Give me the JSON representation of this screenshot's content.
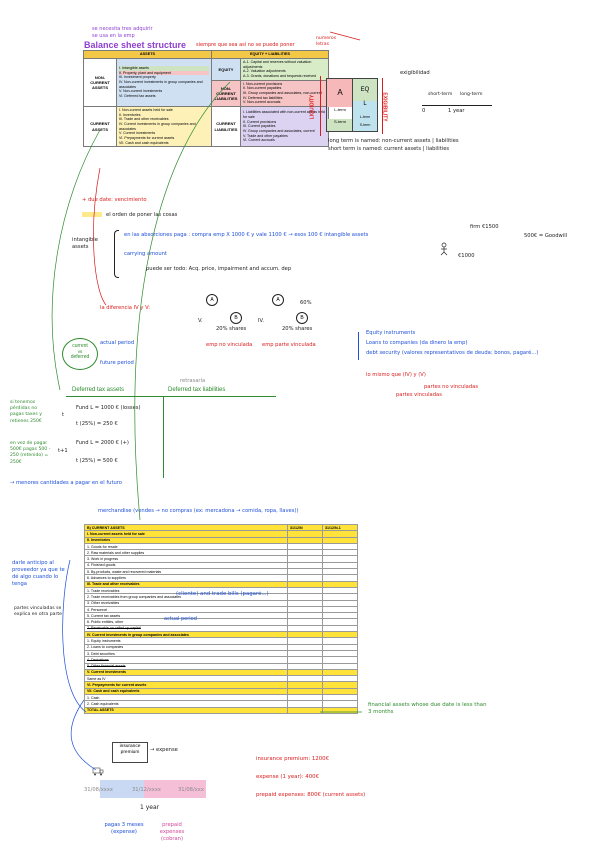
{
  "top": {
    "note1": "se necesita tres adquirir",
    "note2": "se usa en la emp",
    "title": "Balance sheet structure",
    "title_note": "siempre que sea así no se puede poner",
    "title_note2": "numeros letras"
  },
  "bs_table": {
    "assets_header": "ASSETS",
    "liab_header": "EQUITY + LIABILITIES",
    "noncurrent_assets_label": "NON-CURRENT ASSETS",
    "noncurrent_assets_items": [
      "I. Intangible assets",
      "II. Property, plant and equipment",
      "III. Investment property",
      "IV. Non-current investments in group companies and associates",
      "V. Non-current investments",
      "VI. Deferred tax assets"
    ],
    "equity_label": "EQUITY",
    "equity_items": [
      "A-1. Capital and reserves without valuation adjustments",
      "A-2. Valuation adjustments",
      "A-3. Grants, donations and bequests received"
    ],
    "noncurrent_liab_label": "NON-CURRENT LIABILITIES",
    "noncurrent_liab_items": [
      "I. Non-current provisions",
      "II. Non-current payables",
      "III. Group companies and associates, non-current",
      "IV. Deferred tax liabilities",
      "V. Non-current accruals"
    ],
    "current_assets_label": "CURRENT ASSETS",
    "current_assets_items": [
      "I. Non-current assets held for sale",
      "II. Inventories",
      "III. Trade and other receivables",
      "IV. Current investments in group companies and associates",
      "V. Current investments",
      "VI. Prepayments for current assets",
      "VII. Cash and cash equivalents"
    ],
    "current_liab_label": "CURRENT LIABILITIES",
    "current_liab_items": [
      "I. Liabilities associated with non-current assets held for sale",
      "II. Current provisions",
      "III. Current payables",
      "IV. Group companies and associates, current",
      "V. Trade and other payables",
      "VI. Current accruals"
    ]
  },
  "diagram": {
    "a": "A",
    "eq": "EQ",
    "lterm": "L-term",
    "sterm": "S-term",
    "l": "L",
    "lterm2": "L-term",
    "sterm2": "S-term",
    "liquidity": "LIQUIDITY",
    "exigibility": "EXIGIBILITY",
    "exigibilidad": "exigibilidad",
    "short_term": "short-term",
    "long_term": "long-term",
    "zero": "0",
    "one_year": "1 year",
    "long_note": "long term is named: non-current assets | liabilities",
    "short_note": "short term is named: current assets | liabilities"
  },
  "notes": {
    "due_date": "+ due date: vencimiento",
    "orden": "el orden de poner las cosas",
    "intangible": "intangible assets",
    "absorciones": "en las absorciones paga : compra emp X 1000 € y vale 1100 € → esos 100 € intangible assets",
    "carrying": "carrying amount",
    "puede": "puede ser todo: Acq. price, impairment and accum. dep",
    "firm": "firm €1500",
    "firm2": "€1000",
    "goodwill": "500€ = Goodwill",
    "diferencia": "la diferencia IV y V:",
    "shares1": "20% shares",
    "shares2": "20% shares",
    "sixty": "60%",
    "iv": "IV.",
    "v": "V.",
    "emp_no": "emp no vinculada",
    "emp_vinc": "emp parte vinculada",
    "equity_instr": "Equity instruments",
    "loans": "Loans to companies (da dinero la emp)",
    "debt": "debt security (valores representativos de deuda: bonos, pagaré...)",
    "lo_mismo": "lo mismo que (IV) y (V)",
    "partes_vinc": "partes vinculadas",
    "partes_no": "partes no vinculadas",
    "current": "current",
    "vs": "vs",
    "deferred": "deferred",
    "actual_period": "actual period",
    "future_period": "future period"
  },
  "deferred": {
    "header_assets": "Deferred tax assets",
    "header_liab": "Deferred tax liabilities",
    "retrasaria": "retrasaría",
    "left1": "si tenemos pérdidas no pagas taxes y retienes 250€",
    "left2": "en vez de pagar 500€ pagas 500 - 250 (retenido) = 250€",
    "t_label": "t",
    "t1_label": "t+1",
    "row1a": "Fund L = 1000 € (losses)",
    "row1b": "t (25%) = 250 €",
    "row2a": "Fund L = 2000 € (+)",
    "row2b": "t (25%) = 500 €",
    "footer": "→ menores cantidades a pagar en el futuro"
  },
  "merch": {
    "line": "merchandise (vendes → no compras (ex: mercadona → comida, ropa, llaves))"
  },
  "ca_table": {
    "header": [
      "B) CURRENT ASSETS",
      "31/12/N",
      "31/12/N-1"
    ],
    "rows": [
      "I. Non-current assets held for sale",
      "II. Inventories",
      "1. Goods for resale",
      "2. Raw materials and other supplies",
      "3. Work in progress",
      "4. Finished goods",
      "5. By-products, waste and recovered materials",
      "6. Advances to suppliers",
      "III. Trade and other receivables",
      "1. Trade receivables",
      "2. Trade receivables from group companies and associates",
      "3. Other receivables",
      "4. Personnel",
      "5. Current tax assets",
      "6. Public entities, other",
      "7. Receivable on called-up capital",
      "IV. Current investments in group companies and associates",
      "1. Equity instruments",
      "2. Loans to companies",
      "3. Debt securities",
      "4. Derivatives",
      "5. Other financial assets",
      "V. Current investments",
      "Same as IV",
      "VI. Prepayments for current assets",
      "VII. Cash and cash equivalents",
      "1. Cash",
      "2. Cash equivalents",
      "TOTAL ASSETS"
    ],
    "clientes_note": "(cliente) and trade bills (pagaré...)",
    "actual_note": "actual period",
    "left_note": "darle anticipo al proveedor ya que te dé algo cuando lo tenga",
    "partes_note": "partes vinculadas se explica en otra parte",
    "financial_note": "financial assets whose due date is less than 3 months"
  },
  "insurance": {
    "box": "insurance premium",
    "expense": "→ expense",
    "d1": "31/08/xxxx",
    "d2": "31/12/xxxx",
    "d3": "31/08/xxx",
    "one_year": "1 year",
    "pagas": "pagas 3 meses (expense)",
    "prepaid": "prepaid expenses (cobran)",
    "premium": "insurance premium: 1200€",
    "expense_amt": "expense (1 year): 400€",
    "prepaid_amt": "prepaid expenses: 800€ (current assets)"
  }
}
